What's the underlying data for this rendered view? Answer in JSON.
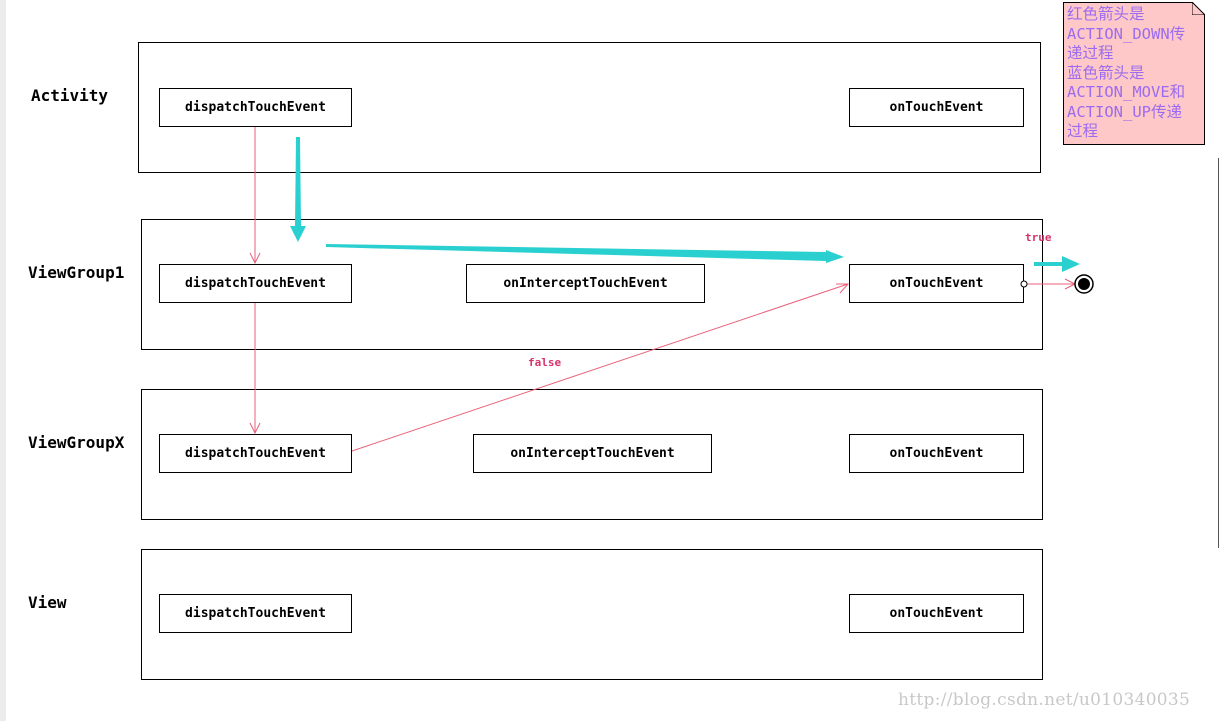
{
  "layers": [
    {
      "id": "activity",
      "label": "Activity",
      "methods": {
        "dispatch": "dispatchTouchEvent",
        "touch": "onTouchEvent"
      }
    },
    {
      "id": "viewgroup1",
      "label": "ViewGroup1",
      "methods": {
        "dispatch": "dispatchTouchEvent",
        "intercept": "onInterceptTouchEvent",
        "touch": "onTouchEvent"
      }
    },
    {
      "id": "viewgroupx",
      "label": "ViewGroupX",
      "methods": {
        "dispatch": "dispatchTouchEvent",
        "intercept": "onInterceptTouchEvent",
        "touch": "onTouchEvent"
      }
    },
    {
      "id": "view",
      "label": "View",
      "methods": {
        "dispatch": "dispatchTouchEvent",
        "touch": "onTouchEvent"
      }
    }
  ],
  "flow_labels": {
    "true_label": "true",
    "false_label": "false"
  },
  "note": {
    "text": "红色箭头是\nACTION_DOWN传\n递过程\n蓝色箭头是\nACTION_MOVE和\nACTION_UP传递\n过程"
  },
  "watermark": "http://blog.csdn.net/u010340035",
  "colors": {
    "down_arrow": "#e8607a",
    "move_up_arrow": "#2ad0d0",
    "note_bg": "#ffc8c8",
    "note_text": "#9b6cf0",
    "flow_label": "#d6336c"
  },
  "icons": [
    "end-state-icon",
    "note-fold-icon"
  ]
}
